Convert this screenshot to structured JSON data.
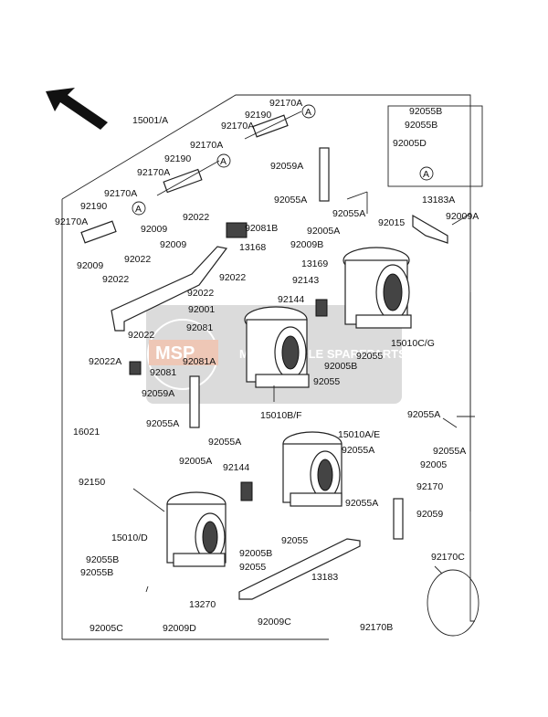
{
  "watermark": {
    "logo_text": "MSP",
    "text": "MOTORCYCLE SPAREPARTS",
    "color": "#d06030"
  },
  "callout_letter": "A",
  "parts": [
    {
      "id": "15001A",
      "text": "15001/A"
    },
    {
      "id": "92170A_1",
      "text": "92170A"
    },
    {
      "id": "92190_1",
      "text": "92190"
    },
    {
      "id": "92170A_2",
      "text": "92170A"
    },
    {
      "id": "92170A_3",
      "text": "92170A"
    },
    {
      "id": "92190_2",
      "text": "92190"
    },
    {
      "id": "92170A_4",
      "text": "92170A"
    },
    {
      "id": "92170A_5",
      "text": "92170A"
    },
    {
      "id": "92190_3",
      "text": "92190"
    },
    {
      "id": "92170A_6",
      "text": "92170A"
    },
    {
      "id": "92059A_1",
      "text": "92059A"
    },
    {
      "id": "92055B_1",
      "text": "92055B"
    },
    {
      "id": "92055B_2",
      "text": "92055B"
    },
    {
      "id": "92005D",
      "text": "92005D"
    },
    {
      "id": "13183A",
      "text": "13183A"
    },
    {
      "id": "92009A",
      "text": "92009A"
    },
    {
      "id": "92015",
      "text": "92015"
    },
    {
      "id": "92055A_1",
      "text": "92055A"
    },
    {
      "id": "92055A_2",
      "text": "92055A"
    },
    {
      "id": "92005A_1",
      "text": "92005A"
    },
    {
      "id": "92022_1",
      "text": "92022"
    },
    {
      "id": "92009_1",
      "text": "92009"
    },
    {
      "id": "92009_2",
      "text": "92009"
    },
    {
      "id": "92081B",
      "text": "92081B"
    },
    {
      "id": "13168",
      "text": "13168"
    },
    {
      "id": "92009B",
      "text": "92009B"
    },
    {
      "id": "13169",
      "text": "13169"
    },
    {
      "id": "92143",
      "text": "92143"
    },
    {
      "id": "92009_3",
      "text": "92009"
    },
    {
      "id": "92022_2",
      "text": "92022"
    },
    {
      "id": "92022_3",
      "text": "92022"
    },
    {
      "id": "92022_4",
      "text": "92022"
    },
    {
      "id": "92022_5",
      "text": "92022"
    },
    {
      "id": "92144_1",
      "text": "92144"
    },
    {
      "id": "92001",
      "text": "92001"
    },
    {
      "id": "92081",
      "text": "92081"
    },
    {
      "id": "92022_6",
      "text": "92022"
    },
    {
      "id": "10510CG",
      "text": "15010C/G"
    },
    {
      "id": "92055_1",
      "text": "92055"
    },
    {
      "id": "92005B_1",
      "text": "92005B"
    },
    {
      "id": "92055_2",
      "text": "92055"
    },
    {
      "id": "92022A",
      "text": "92022A"
    },
    {
      "id": "92081_2",
      "text": "92081"
    },
    {
      "id": "92081A",
      "text": "92081A"
    },
    {
      "id": "92059A_2",
      "text": "92059A"
    },
    {
      "id": "15010BF",
      "text": "15010B/F"
    },
    {
      "id": "16021",
      "text": "16021"
    },
    {
      "id": "92055A_3",
      "text": "92055A"
    },
    {
      "id": "92055A_4",
      "text": "92055A"
    },
    {
      "id": "92005A_2",
      "text": "92005A"
    },
    {
      "id": "15010AE",
      "text": "15010A/E"
    },
    {
      "id": "92055A_5",
      "text": "92055A"
    },
    {
      "id": "92055A_6",
      "text": "92055A"
    },
    {
      "id": "92055A_7",
      "text": "92055A"
    },
    {
      "id": "92005",
      "text": "92005"
    },
    {
      "id": "92144_2",
      "text": "92144"
    },
    {
      "id": "92170",
      "text": "92170"
    },
    {
      "id": "92055A_8",
      "text": "92055A"
    },
    {
      "id": "92059",
      "text": "92059"
    },
    {
      "id": "92150",
      "text": "92150"
    },
    {
      "id": "15010D",
      "text": "15010/D"
    },
    {
      "id": "92055_3",
      "text": "92055"
    },
    {
      "id": "92005B_2",
      "text": "92005B"
    },
    {
      "id": "92055_4",
      "text": "92055"
    },
    {
      "id": "13183",
      "text": "13183"
    },
    {
      "id": "92055B_3",
      "text": "92055B"
    },
    {
      "id": "92055B_4",
      "text": "92055B"
    },
    {
      "id": "13270",
      "text": "13270"
    },
    {
      "id": "92170C",
      "text": "92170C"
    },
    {
      "id": "92005C",
      "text": "92005C"
    },
    {
      "id": "92009D",
      "text": "92009D"
    },
    {
      "id": "92009C",
      "text": "92009C"
    },
    {
      "id": "92170B",
      "text": "92170B"
    }
  ]
}
